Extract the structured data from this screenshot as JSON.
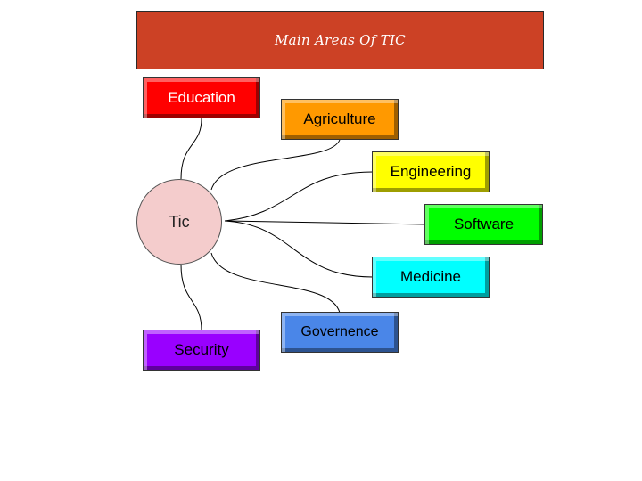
{
  "title": "Main Areas Of TIC",
  "center": {
    "label": "Tic",
    "color": "#f4cccc"
  },
  "nodes": [
    {
      "label": "Education",
      "color": "#ff0000",
      "text_color": "#ffffff"
    },
    {
      "label": "Agriculture",
      "color": "#ff9900",
      "text_color": "#000000"
    },
    {
      "label": "Engineering",
      "color": "#ffff00",
      "text_color": "#000000"
    },
    {
      "label": "Software",
      "color": "#00ff00",
      "text_color": "#000000"
    },
    {
      "label": "Medicine",
      "color": "#00ffff",
      "text_color": "#000000"
    },
    {
      "label": "Governence",
      "color": "#4a86e8",
      "text_color": "#000000"
    },
    {
      "label": "Security",
      "color": "#9900ff",
      "text_color": "#000000"
    }
  ],
  "colors": {
    "title_bar": "#cc4125"
  }
}
